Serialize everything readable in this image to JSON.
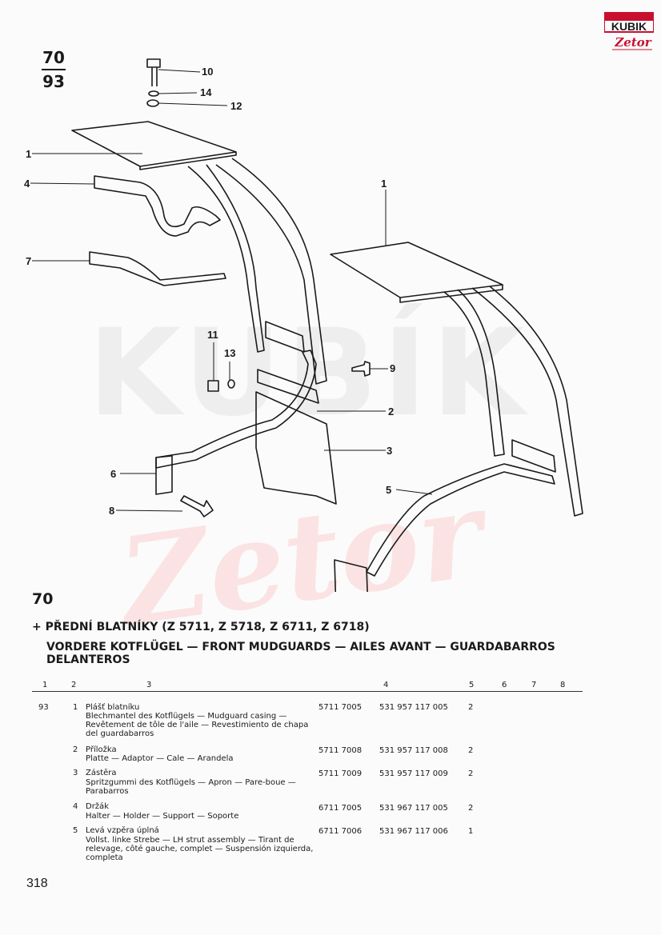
{
  "header": {
    "figure_top": "70",
    "figure_bottom": "93",
    "logo_brand": "KUBIK",
    "logo_sub": "Zetor"
  },
  "watermark": {
    "text": "KUBÍK",
    "script": "Zetor"
  },
  "callouts": [
    "10",
    "14",
    "12",
    "1",
    "4",
    "7",
    "1",
    "11",
    "13",
    "9",
    "2",
    "3",
    "6",
    "5",
    "8"
  ],
  "section": {
    "number": "70",
    "title_cz": "+ PŘEDNÍ BLATNÍKY (Z 5711, Z 5718, Z 6711, Z 6718)",
    "title_multi": "VORDERE KOTFLÜGEL — FRONT MUDGUARDS — AILES AVANT — GUARDABARROS DELANTEROS"
  },
  "table": {
    "columns": [
      "1",
      "2",
      "3",
      "4",
      "5",
      "6",
      "7",
      "8"
    ],
    "group": "93",
    "rows": [
      {
        "pos": "1",
        "name": "Plášť blatníku",
        "desc": "Blechmantel des Kotflügels — Mudguard casing — Revêtement de tôle de l'aile — Revestimiento de chapa del guardabarros",
        "part": "5711 7005",
        "cat": "531 957 117 005",
        "qty": "2"
      },
      {
        "pos": "2",
        "name": "Příložka",
        "desc": "Platte — Adaptor — Cale — Arandela",
        "part": "5711 7008",
        "cat": "531 957 117 008",
        "qty": "2"
      },
      {
        "pos": "3",
        "name": "Zástěra",
        "desc": "Spritzgummi des Kotflügels — Apron — Pare-boue — Parabarros",
        "part": "5711 7009",
        "cat": "531 957 117 009",
        "qty": "2"
      },
      {
        "pos": "4",
        "name": "Držák",
        "desc": "Halter — Holder — Support — Soporte",
        "part": "6711 7005",
        "cat": "531 967 117 005",
        "qty": "2"
      },
      {
        "pos": "5",
        "name": "Levá vzpěra úplná",
        "desc": "Vollst. linke Strebe — LH strut assembly — Tirant de relevage, côté gauche, complet — Suspensión izquierda, completa",
        "part": "6711 7006",
        "cat": "531 967 117 006",
        "qty": "1"
      }
    ]
  },
  "footer": {
    "page": "318"
  }
}
